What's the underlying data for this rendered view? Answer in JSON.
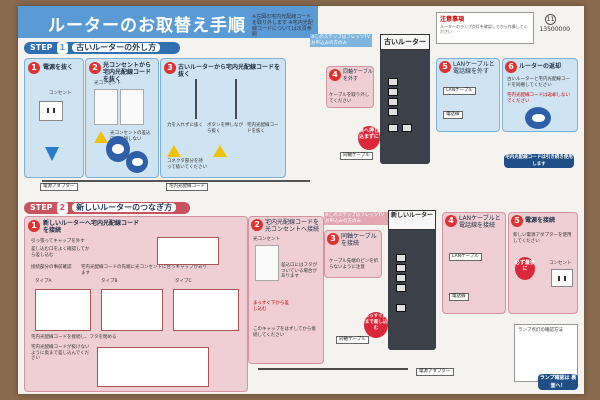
{
  "title": "ルーターのお取替え手順",
  "header_note": "※左図の宅内光配線コードを取り外します ※宅内光配線コードについては次頁参照",
  "page_no": "11",
  "doc_code": "13500000",
  "caution": {
    "heading": "注意事項",
    "text": "ルーターのランプ点灯を確認してから作業してください"
  },
  "step1": {
    "label": "STEP",
    "num": "1",
    "title": "古いルーターの外し方",
    "p1": {
      "n": "1",
      "title": "電源を抜く",
      "outlet": "コンセント"
    },
    "p2": {
      "n": "2",
      "title": "光コンセントから宅内光配線コードを抜く",
      "jack": "光コンセント",
      "note": "光コンセントの差込口は破損しない"
    },
    "p3": {
      "n": "3",
      "title": "古いルーターから宅内光配線コードを抜く",
      "c1": "力を入れずに抜く",
      "c2": "コネクタ部分を持って抜いてください",
      "c3": "ボタンを押しながら抜く",
      "c4": "宅内光配線コードを抜く"
    },
    "p4": {
      "n": "4",
      "title": "同軸ケーブルを外す",
      "note": "ケーブルを取り外してください"
    },
    "p5": {
      "n": "5",
      "title": "LANケーブルと電話線を外す",
      "lan": "LANケーブル",
      "tel": "電話線"
    },
    "p6": {
      "n": "6",
      "title": "ルーターの返却",
      "text": "古いルーターと宅内光配線コードを同梱してください",
      "red": "宅内光配線コードは返却しないでください"
    },
    "router": "古いルーター",
    "top_note": "※このステップはフレッツTVお申込みの方のみ",
    "coax": "同軸ケーブル",
    "adapter": "電源アダプター",
    "fiber_cord": "宅内光配線コード",
    "circle": "奥へ押し込まずに",
    "return_btn": "宅内光配線コードは引き続き使用します"
  },
  "step2": {
    "label": "STEP",
    "num": "2",
    "title": "新しいルーターのつなぎ方",
    "p1": {
      "n": "1",
      "title": "新しいルーターへ宅内光配線コードを接続",
      "a": "引っ張ってキャップを外す",
      "b": "差し込む口をよく確認してから差し込む",
      "c": "接続部分の事前確認",
      "d": "宅内光配線コードの先端に光コンセントに合うキャップがあります",
      "typeA": "タイプA",
      "typeB": "タイプB",
      "typeC": "タイプC",
      "e": "宅内光配線コードを接続し、フタを閉める",
      "f": "宅内光配線コードが抜けないように奥まで差し込んでください"
    },
    "p2": {
      "n": "2",
      "title": "宅内光配線コードを光コンセントへ接続",
      "jack": "光コンセント",
      "note": "差込口にはフタがついている場合があります",
      "push": "まっすぐ下から差し込む",
      "bottom": "このキャップをはずしてから接続してください"
    },
    "p3": {
      "n": "3",
      "title": "同軸ケーブルを接続",
      "note": "ケーブル先端のピンを折らないように注意"
    },
    "p4": {
      "n": "4",
      "title": "LANケーブルと電話線を接続",
      "lan": "LANケーブル",
      "tel": "電話線"
    },
    "p5": {
      "n": "5",
      "title": "電源を接続",
      "text": "新しい電源アダプターを使用してください",
      "outlet": "コンセント",
      "circle": "必ず最後に"
    },
    "router": "新しいルーター",
    "top_note": "※このステップはフレッツTVお申込みの方のみ",
    "coax": "同軸ケーブル",
    "adapter": "電源アダプター",
    "circle": "まっすぐ奥まで差し込む",
    "lamp_title": "ランプ点灯の確認方法",
    "lamp_btn": "ランプ確認は 裏面へ！"
  }
}
